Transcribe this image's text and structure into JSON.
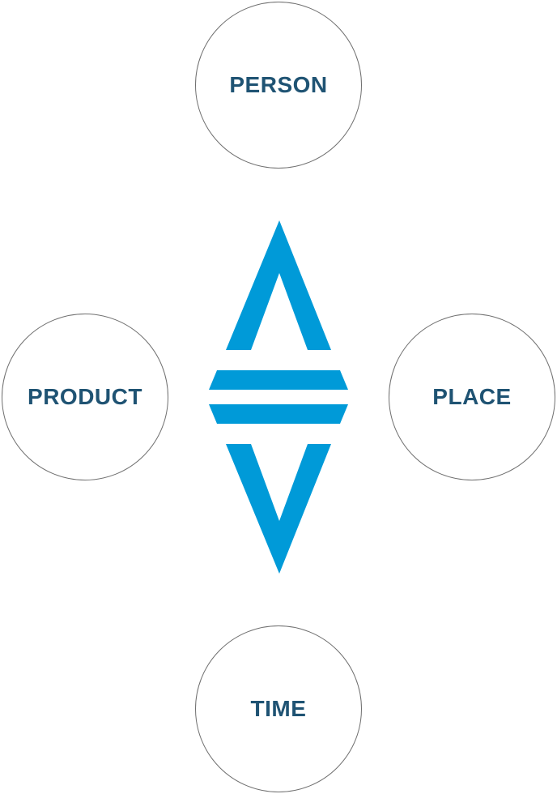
{
  "nodes": {
    "top": {
      "label": "PERSON"
    },
    "left": {
      "label": "PRODUCT"
    },
    "right": {
      "label": "PLACE"
    },
    "bottom": {
      "label": "TIME"
    }
  },
  "center_symbol": {
    "icon": "triangles-equals-icon",
    "description_icon_name": "up-triangle-equals-down-triangle-icon"
  },
  "colors": {
    "label_text": "#1f5373",
    "circle_border": "#6f6f6f",
    "symbol": "#009ad8",
    "background": "#ffffff"
  }
}
